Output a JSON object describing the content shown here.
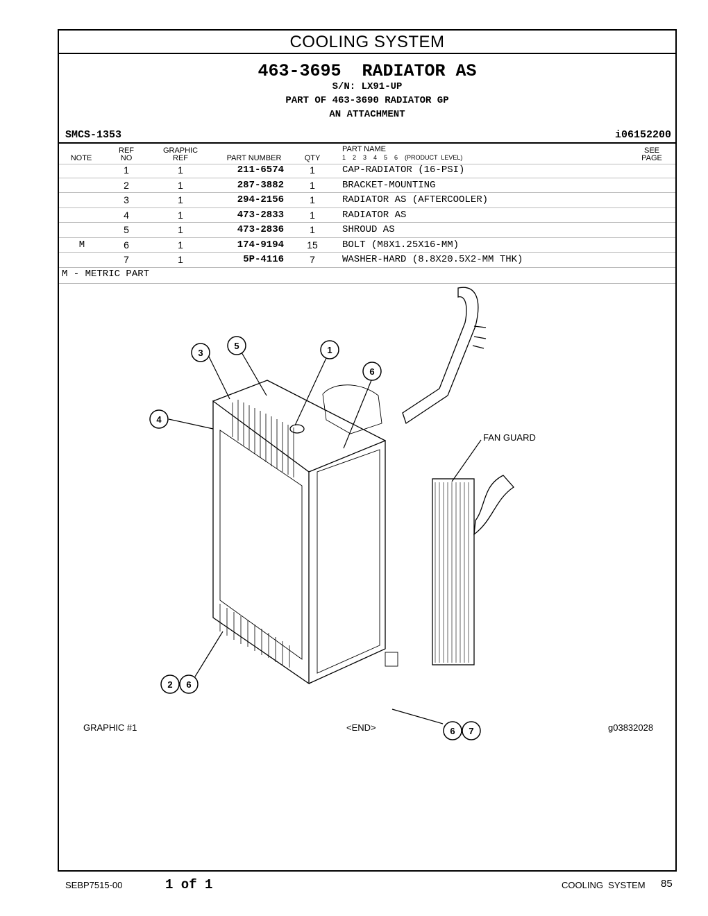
{
  "section_title": "COOLING SYSTEM",
  "assembly": {
    "title": "463-3695  RADIATOR AS",
    "serial": "S/N: LX91-UP",
    "part_of": "PART OF 463-3690 RADIATOR GP",
    "attachment": "AN ATTACHMENT"
  },
  "smcs": "SMCS-1353",
  "illustration_id": "i06152200",
  "table": {
    "headers": {
      "note": "NOTE",
      "ref_no_1": "REF",
      "ref_no_2": "NO",
      "graphic_ref_1": "GRAPHIC",
      "graphic_ref_2": "REF",
      "part_number": "PART NUMBER",
      "qty": "QTY",
      "part_name": "PART  NAME",
      "levels": "1    2    3    4    5    6    (PRODUCT  LEVEL)",
      "see_page_1": "SEE",
      "see_page_2": "PAGE"
    },
    "rows": [
      {
        "note": "",
        "ref": "1",
        "graphic": "1",
        "part_number": "211-6574",
        "qty": "1",
        "name": "CAP-RADIATOR (16-PSI)"
      },
      {
        "note": "",
        "ref": "2",
        "graphic": "1",
        "part_number": "287-3882",
        "qty": "1",
        "name": "BRACKET-MOUNTING"
      },
      {
        "note": "",
        "ref": "3",
        "graphic": "1",
        "part_number": "294-2156",
        "qty": "1",
        "name": "RADIATOR AS (AFTERCOOLER)"
      },
      {
        "note": "",
        "ref": "4",
        "graphic": "1",
        "part_number": "473-2833",
        "qty": "1",
        "name": "RADIATOR AS"
      },
      {
        "note": "",
        "ref": "5",
        "graphic": "1",
        "part_number": "473-2836",
        "qty": "1",
        "name": "SHROUD AS"
      },
      {
        "note": "M",
        "ref": "6",
        "graphic": "1",
        "part_number": "174-9194",
        "qty": "15",
        "name": "BOLT (M8X1.25X16-MM)"
      },
      {
        "note": "",
        "ref": "7",
        "graphic": "1",
        "part_number": "5P-4116",
        "qty": "7",
        "name": "WASHER-HARD (8.8X20.5X2-MM THK)"
      }
    ]
  },
  "footnote": "M - METRIC PART",
  "diagram": {
    "callouts": [
      "3",
      "5",
      "1",
      "6",
      "4",
      "2",
      "6",
      "6",
      "7"
    ],
    "fan_guard_label": "FAN GUARD"
  },
  "graphic_caption": {
    "left": "GRAPHIC #1",
    "center": "<END>",
    "right": "g03832028"
  },
  "footer": {
    "doc_number": "SEBP7515-00",
    "page_of": "1 of 1",
    "section": "COOLING  SYSTEM",
    "page_number": "85"
  }
}
